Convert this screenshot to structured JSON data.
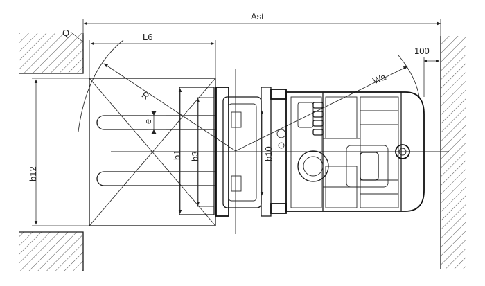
{
  "diagram": {
    "labels": {
      "ast": "Ast",
      "q": "Q",
      "l6": "L6",
      "gap": "100",
      "r": "R",
      "wa": "Wa",
      "e": "e",
      "b1": "b1",
      "b3": "b3",
      "b10": "b10",
      "b12": "b12"
    },
    "colors": {
      "line": "#1a1a1a",
      "hatch": "#444444",
      "background": "#ffffff"
    }
  }
}
